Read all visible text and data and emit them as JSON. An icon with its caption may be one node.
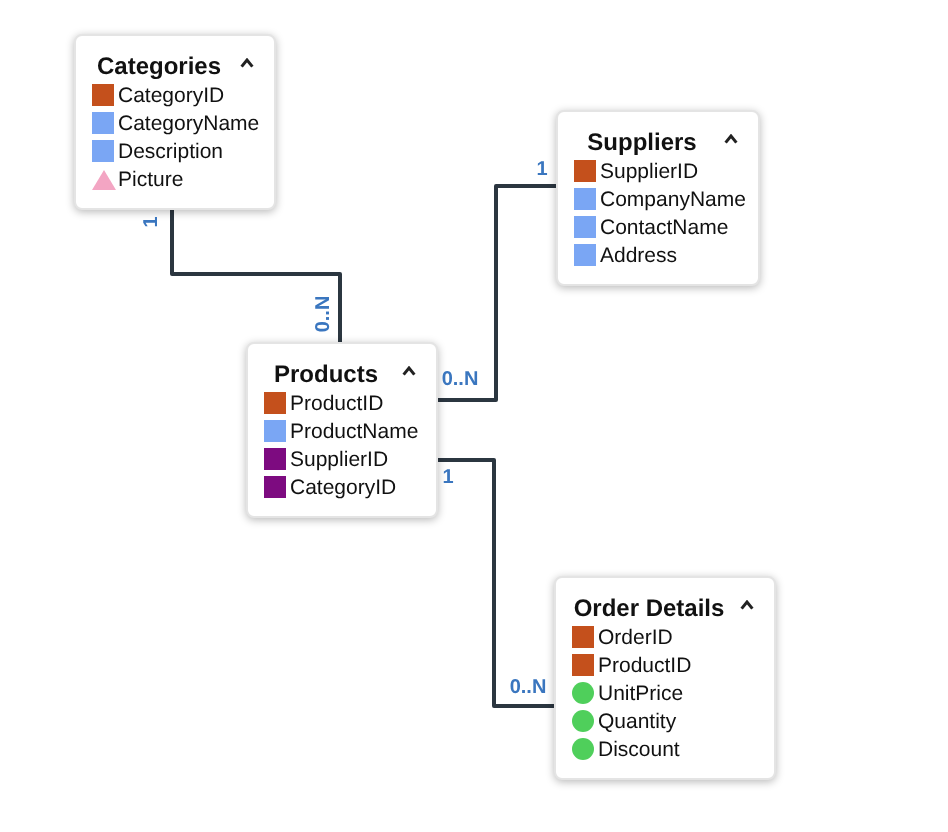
{
  "diagram": {
    "nodes": [
      {
        "text": [
          "Categories",
          "CategoryID",
          "CategoryName",
          "Description",
          "Picture"
        ]
      },
      {
        "text": [
          "Suppliers",
          "SupplierID",
          "CompanyName",
          "ContactName",
          "Address"
        ]
      },
      {
        "text": [
          "Products",
          "ProductID",
          "ProductName",
          "SupplierID",
          "CategoryID"
        ]
      },
      {
        "text": [
          "Order Details",
          "OrderID",
          "ProductID",
          "UnitPrice",
          "Quantity",
          "Discount"
        ]
      }
    ],
    "edges": [
      {
        "from": 0,
        "to": 2,
        "arrow": "none"
      },
      {
        "from": 1,
        "to": 2,
        "arrow": "none"
      },
      {
        "from": 2,
        "to": 3,
        "arrow": "none"
      }
    ],
    "labels": [
      "1",
      "1",
      "0..N",
      "0..N",
      "1",
      "0..N"
    ]
  }
}
